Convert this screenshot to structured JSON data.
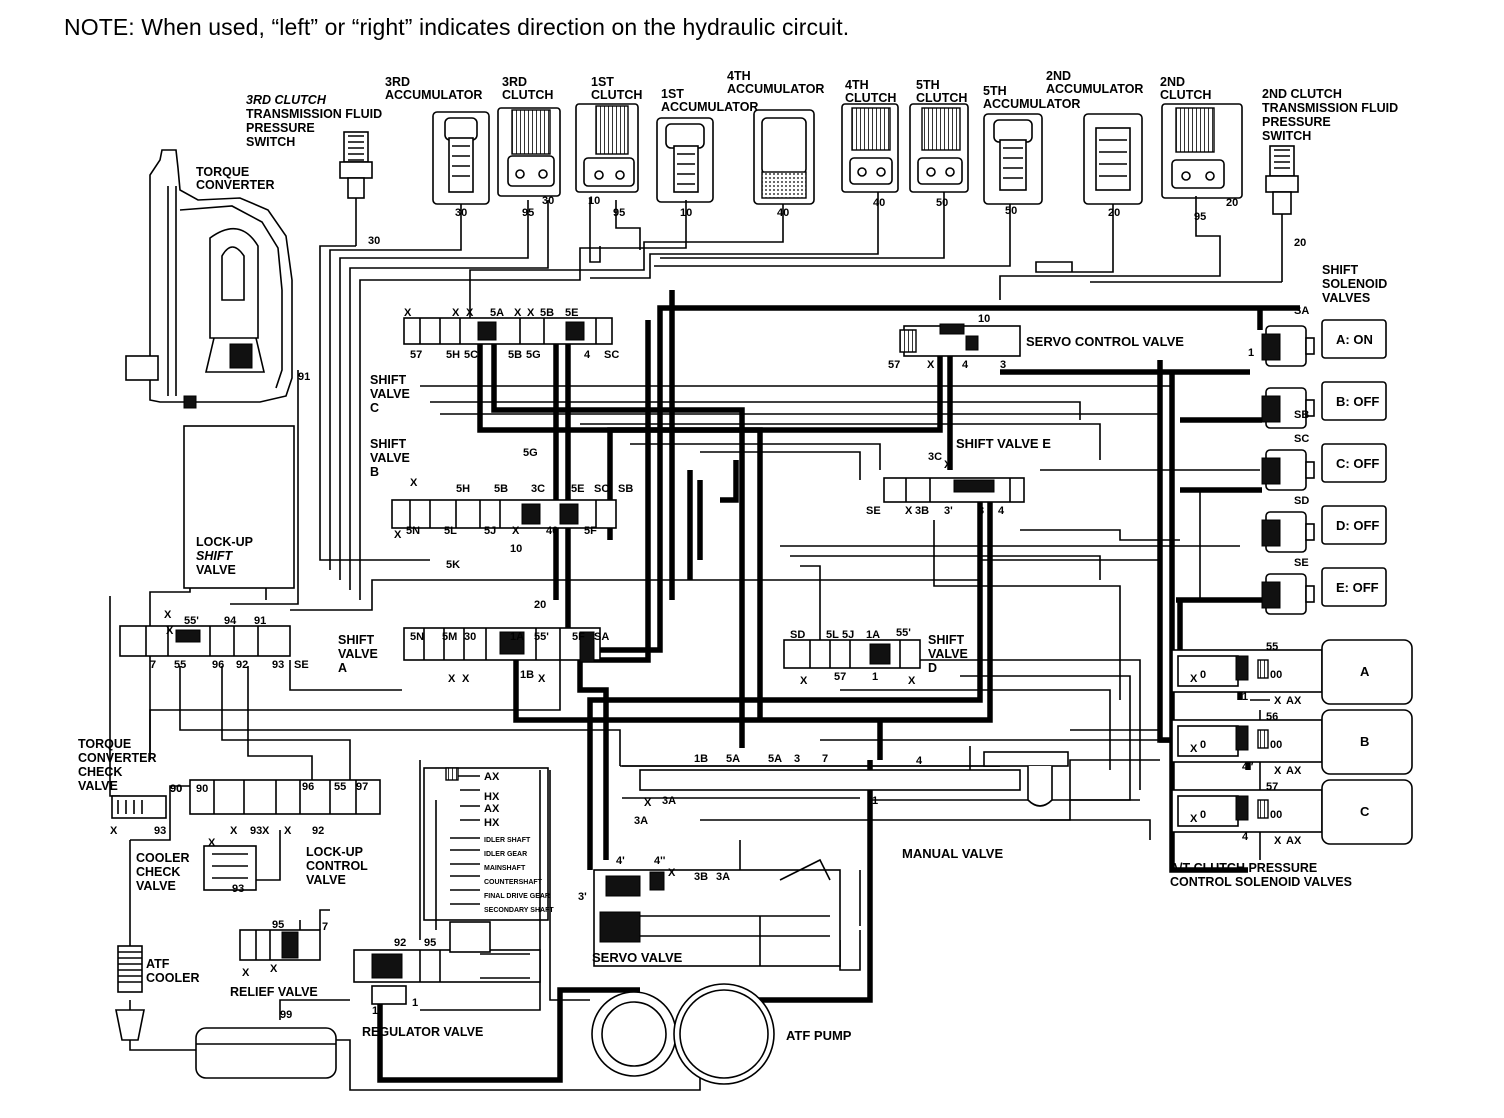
{
  "note": "NOTE: When used, “left” or “right” indicates direction on the hydraulic circuit.",
  "labels": {
    "acc3": [
      "3RD",
      "ACCUMULATOR"
    ],
    "clutch3": [
      "3RD",
      "CLUTCH"
    ],
    "clutch1": [
      "1ST",
      "CLUTCH"
    ],
    "acc1": [
      "1ST",
      "ACCUMULATOR"
    ],
    "acc4": [
      "4TH",
      "ACCUMULATOR"
    ],
    "clutch4": [
      "4TH",
      "CLUTCH"
    ],
    "clutch5": [
      "5TH",
      "CLUTCH"
    ],
    "acc5": [
      "5TH",
      "ACCUMULATOR"
    ],
    "acc2": [
      "2ND",
      "ACCUMULATOR"
    ],
    "clutch2": [
      "2ND",
      "CLUTCH"
    ],
    "sw3": [
      "3RD CLUTCH",
      "TRANSMISSION FLUID",
      "PRESSURE",
      "SWITCH"
    ],
    "sw2": [
      "2ND CLUTCH",
      "TRANSMISSION FLUID",
      "PRESSURE",
      "SWITCH"
    ],
    "torque_converter": [
      "TORQUE",
      "CONVERTER"
    ],
    "shift_solenoid": [
      "SHIFT",
      "SOLENOID",
      "VALVES"
    ],
    "servo_control": "SERVO CONTROL VALVE",
    "shift_c": [
      "SHIFT",
      "VALVE",
      "C"
    ],
    "shift_b": [
      "SHIFT",
      "VALVE",
      "B"
    ],
    "shift_e": "SHIFT VALVE E",
    "shift_a": [
      "SHIFT",
      "VALVE",
      "A"
    ],
    "shift_d": [
      "SHIFT",
      "VALVE",
      "D"
    ],
    "lockup_shift": [
      "LOCK-UP",
      "SHIFT",
      "VALVE"
    ],
    "tc_check": [
      "TORQUE",
      "CONVERTER",
      "CHECK",
      "VALVE"
    ],
    "cooler_check": [
      "COOLER",
      "CHECK",
      "VALVE"
    ],
    "lockup_control": [
      "LOCK-UP",
      "CONTROL",
      "VALVE"
    ],
    "atf_cooler": [
      "ATF",
      "COOLER"
    ],
    "relief": "RELIEF VALVE",
    "regulator": "REGULATOR VALVE",
    "servo": "SERVO VALVE",
    "atf_pump": "ATF PUMP",
    "manual": "MANUAL VALVE",
    "at_clutch": [
      "A/T CLUTCH PRESSURE",
      "CONTROL SOLENOID VALVES"
    ],
    "lube": [
      "AX",
      "HX",
      "AX",
      "HX",
      "IDLER SHAFT",
      "IDLER GEAR",
      "MAINSHAFT",
      "COUNTERSHAFT",
      "FINAL DRIVE GEAR",
      "SECONDARY SHAFT"
    ]
  },
  "solenoids": [
    {
      "id": "A",
      "state": "A: ON",
      "tag": "SA"
    },
    {
      "id": "B",
      "state": "B: OFF",
      "tag": "SB"
    },
    {
      "id": "C",
      "state": "C: OFF",
      "tag": "SC"
    },
    {
      "id": "D",
      "state": "D: OFF",
      "tag": "SD"
    },
    {
      "id": "E",
      "state": "E: OFF",
      "tag": "SE"
    }
  ],
  "pressure_solenoids": [
    {
      "id": "A",
      "port": "55",
      "out": "1"
    },
    {
      "id": "B",
      "port": "56",
      "out": "4″"
    },
    {
      "id": "C",
      "port": "57",
      "out": "4"
    }
  ],
  "circuit_numbers": {
    "acc3": "30",
    "clutch3": [
      "95",
      "30"
    ],
    "clutch1": [
      "10",
      "95"
    ],
    "acc1": "10",
    "acc4": "40",
    "clutch4": "40",
    "clutch5": "50",
    "acc5": "50",
    "acc2": "20",
    "clutch2": [
      "95",
      "20"
    ],
    "sw3": "30",
    "sw2": "20",
    "tc": [
      "91",
      "94",
      "90"
    ]
  },
  "port_marks": {
    "shift_c_top": [
      "X",
      "X",
      "X",
      "5A",
      "X",
      "X",
      "5B",
      "5E"
    ],
    "shift_c_bottom": [
      "57",
      "5H",
      "5C",
      "5B",
      "5G",
      "4",
      "SC"
    ],
    "shift_b_top": [
      "X",
      "5H",
      "5B",
      "5G",
      "3C",
      "5E",
      "SC",
      "SB"
    ],
    "shift_b_bottom": [
      "X",
      "5N",
      "5L",
      "5J",
      "X",
      "10",
      "40",
      "5F"
    ],
    "shift_a_top": [
      "5K",
      "20",
      "5N",
      "5M",
      "30",
      "1A",
      "55'",
      "5F",
      "SA"
    ],
    "shift_a_bottom": [
      "X",
      "X",
      "1B",
      "X"
    ],
    "shift_d": [
      "SD",
      "5L",
      "5J",
      "1A",
      "55'",
      "X",
      "57",
      "1",
      "X"
    ],
    "shift_e": [
      "3C",
      "X",
      "SE",
      "X",
      "3B",
      "3'",
      "3",
      "4"
    ],
    "servo_ctrl": [
      "10",
      "57",
      "X",
      "4",
      "3",
      "1"
    ],
    "lockup": [
      "X",
      "55'",
      "94",
      "91",
      "7",
      "55",
      "96",
      "92",
      "93",
      "SE",
      "X"
    ],
    "lockup_ctrl": [
      "90",
      "90",
      "96",
      "55",
      "97",
      "93",
      "X",
      "X",
      "X",
      "X",
      "92",
      "93"
    ],
    "manual": [
      "1B",
      "5A",
      "5A",
      "3",
      "7",
      "4",
      "X",
      "3A",
      "3A",
      "1"
    ],
    "servo": [
      "4'",
      "4''",
      "X",
      "3B",
      "3A",
      "3'"
    ],
    "regulator": [
      "92",
      "95",
      "1",
      "1",
      "99"
    ],
    "relief": [
      "95",
      "7",
      "X",
      "X"
    ],
    "tc_check": [
      "90",
      "93",
      "X"
    ],
    "pcs": [
      "X",
      "1",
      "X",
      "AX",
      "X",
      "4''",
      "X",
      "AX",
      "X",
      "4",
      "X",
      "AX"
    ]
  }
}
